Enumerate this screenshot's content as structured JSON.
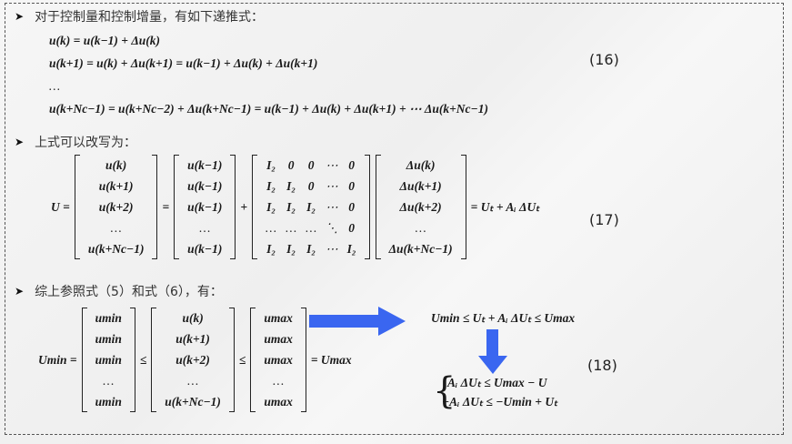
{
  "bullets": [
    "对于控制量和控制增量，有如下递推式：",
    "上式可以改写为：",
    "综上参照式（5）和式（6），有："
  ],
  "eq16": {
    "lines": [
      "u(k) = u(k−1) + Δu(k)",
      "u(k+1) = u(k) + Δu(k+1) = u(k−1) + Δu(k) + Δu(k+1)",
      "…",
      "u(k+Nc−1) = u(k+Nc−2) + Δu(k+Nc−1) = u(k−1) + Δu(k) + Δu(k+1) + ⋯ Δu(k+Nc−1)"
    ],
    "number": "(16)"
  },
  "eq17": {
    "lhs": "U =",
    "m1": [
      "u(k)",
      "u(k+1)",
      "u(k+2)",
      "…",
      "u(k+Nc−1)"
    ],
    "eq": "=",
    "m2": [
      "u(k−1)",
      "u(k−1)",
      "u(k−1)",
      "…",
      "u(k−1)"
    ],
    "plus": "+",
    "m3": [
      "I₂",
      "0",
      "0",
      "⋯",
      "0",
      "I₂",
      "I₂",
      "0",
      "⋯",
      "0",
      "I₂",
      "I₂",
      "I₂",
      "⋯",
      "0",
      "…",
      "…",
      "…",
      "⋱",
      "0",
      "I₂",
      "I₂",
      "I₂",
      "⋯",
      "I₂"
    ],
    "m4": [
      "Δu(k)",
      "Δu(k+1)",
      "Δu(k+2)",
      "…",
      "Δu(k+Nc−1)"
    ],
    "rhs": "= Uₜ + Aᵢ ΔUₜ",
    "number": "(17)"
  },
  "eq18": {
    "lhs": "Umin =",
    "m1": [
      "umin",
      "umin",
      "umin",
      "…",
      "umin"
    ],
    "le1": "≤",
    "m2": [
      "u(k)",
      "u(k+1)",
      "u(k+2)",
      "…",
      "u(k+Nc−1)"
    ],
    "le2": "≤",
    "m3": [
      "umax",
      "umax",
      "umax",
      "…",
      "umax"
    ],
    "rhs": "= Umax",
    "result1": "Umin ≤ Uₜ + Aᵢ ΔUₜ ≤ Umax",
    "result2a": "Aᵢ ΔUₜ ≤ Umax − U",
    "result2b": "−Aᵢ ΔUₜ ≤ −Umin + Uₜ",
    "number": "(18)"
  },
  "colors": {
    "arrow": "#3a66f0"
  }
}
